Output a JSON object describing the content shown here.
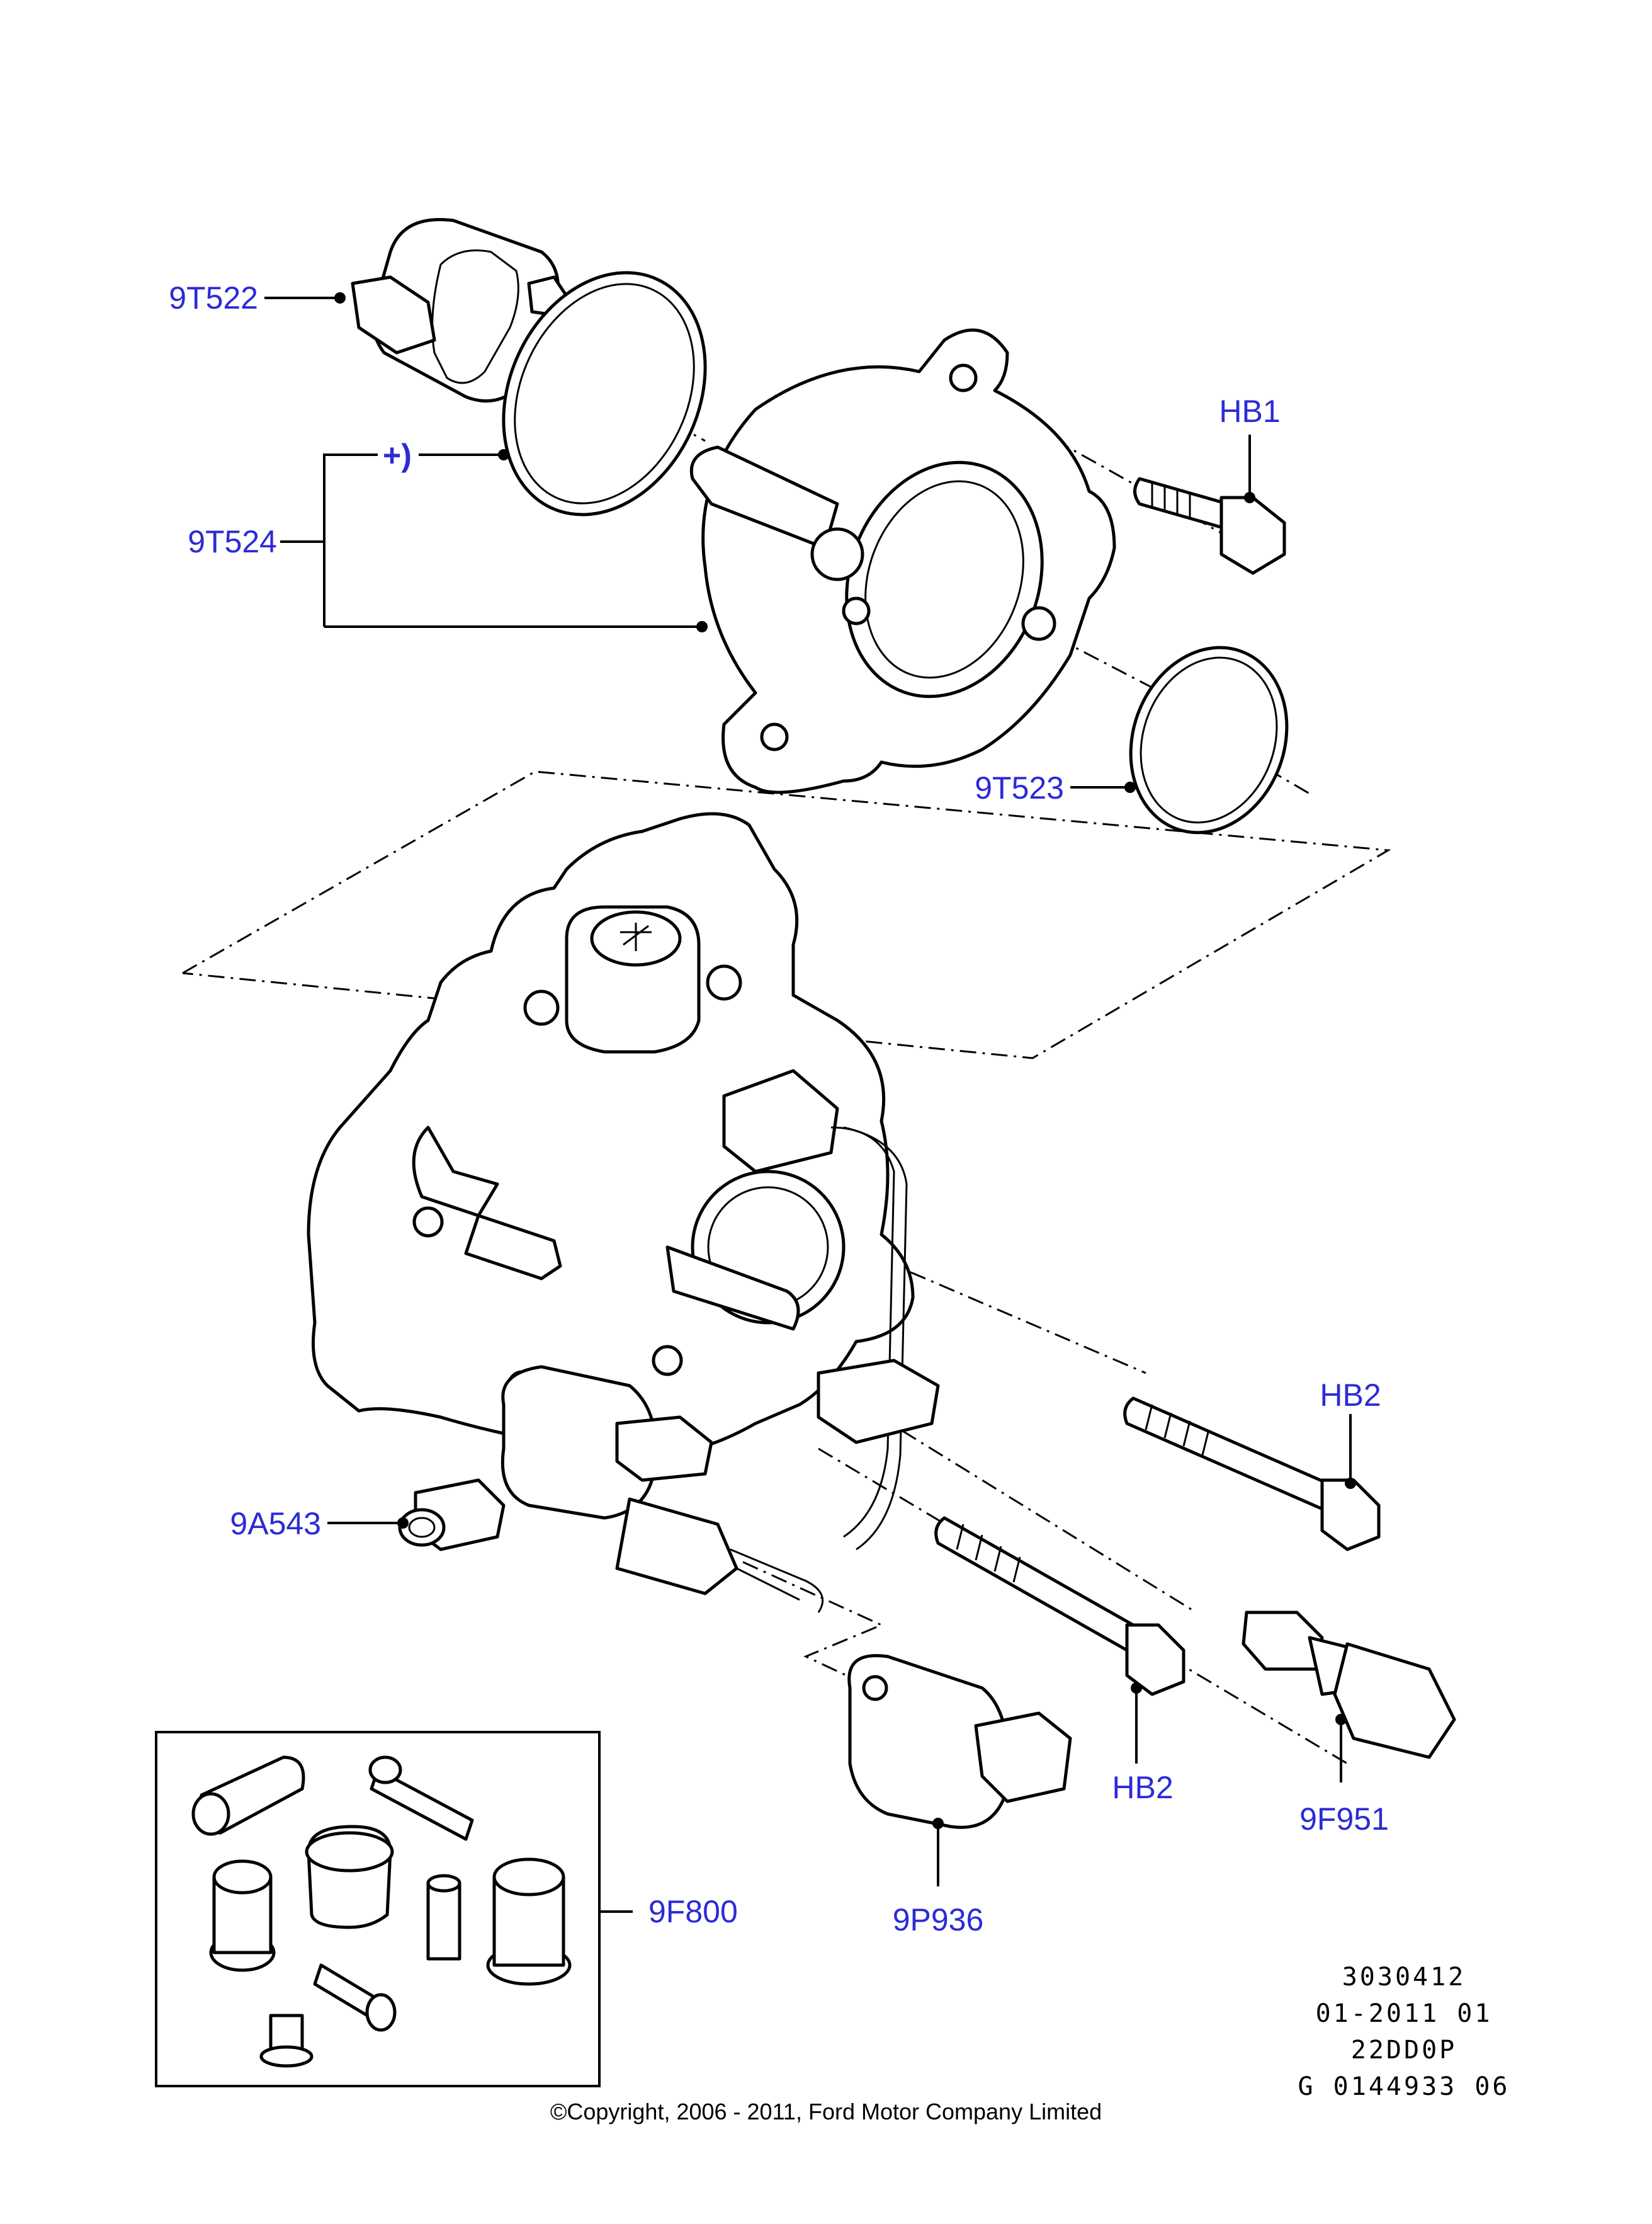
{
  "labels": {
    "p_9t522": "9T522",
    "p_9t524": "9T524",
    "p_plus": "+)",
    "p_hb1": "HB1",
    "p_9t523": "9T523",
    "p_hb2_top": "HB2",
    "p_hb2_bottom": "HB2",
    "p_9a543": "9A543",
    "p_9f800": "9F800",
    "p_9p936": "9P936",
    "p_9f951": "9F951"
  },
  "reference": {
    "line1": "3030412",
    "line2": "01-2011 01",
    "line3": "22DD0P",
    "line4": "G 0144933 06"
  },
  "copyright": "©Copyright, 2006 - 2011, Ford Motor Company Limited",
  "colors": {
    "label": "#2b2bd6",
    "linework": "#000000",
    "background": "#ffffff"
  }
}
